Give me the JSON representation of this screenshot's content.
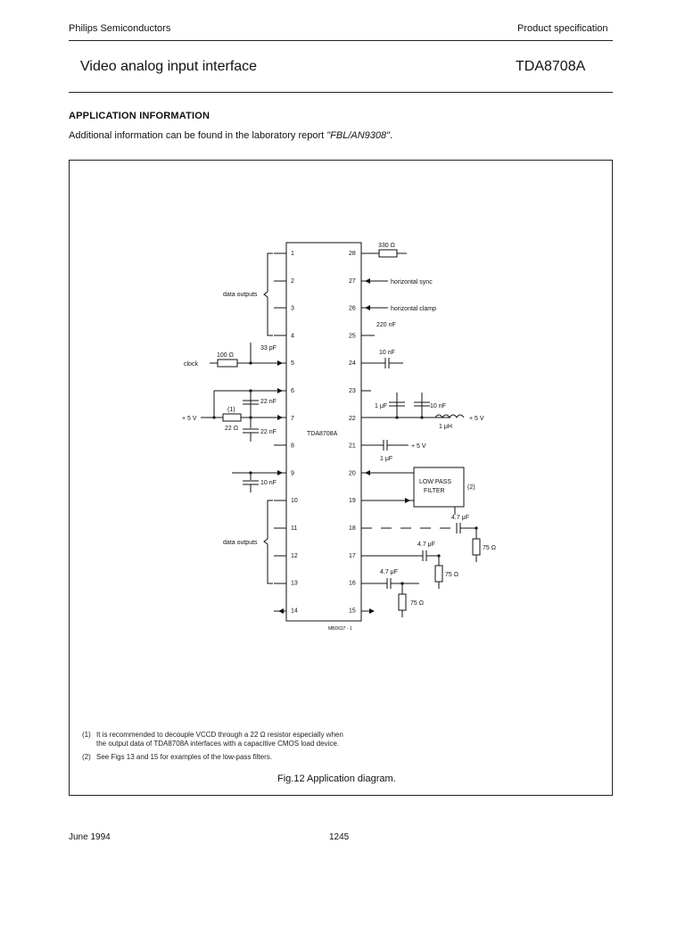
{
  "header": {
    "company": "Philips Semiconductors",
    "doc_type": "Product specification"
  },
  "title": {
    "product_name": "Video analog input interface",
    "part_number": "TDA8708A"
  },
  "section": {
    "heading": "APPLICATION INFORMATION",
    "text_before": "Additional information can be found in the laboratory report ",
    "report_ref": "\"FBL/AN9308\"",
    "text_after": "."
  },
  "diagram": {
    "chip_label": "TDA8708A",
    "figure_code": "MBD637 - 1",
    "left_pins": [
      "1",
      "2",
      "3",
      "4",
      "5",
      "6",
      "7",
      "8",
      "9",
      "10",
      "11",
      "12",
      "13",
      "14"
    ],
    "right_pins": [
      "28",
      "27",
      "26",
      "25",
      "24",
      "23",
      "22",
      "21",
      "20",
      "19",
      "18",
      "17",
      "16",
      "15"
    ],
    "labels": {
      "data_outputs_top": "data outputs",
      "data_outputs_bottom": "data outputs",
      "clock": "clock",
      "plus5v_left": "+ 5 V",
      "plus5v_right1": "+ 5 V",
      "plus5v_right2": "+ 5 V",
      "horizontal_sync": "horizontal sync",
      "horizontal_clamp": "horizontal clamp",
      "lowpass_line1": "LOW PASS",
      "lowpass_line2": "FILTER",
      "note_ref_1": "(1)",
      "note_ref_2": "(2)"
    },
    "components": {
      "r_330": "330 Ω",
      "c_220n": "220 nF",
      "c_10n_24": "10 nF",
      "r_100": "100 Ω",
      "c_33p": "33 pF",
      "c_22n_a": "22 nF",
      "c_22n_b": "22 nF",
      "r_22": "22 Ω",
      "c_10n_9": "10 nF",
      "c_1u_23": "1 μF",
      "c_10n_22": "10 nF",
      "l_1uh": "1 μH",
      "c_1u_21": "1 μF",
      "c_47_18": "4.7 μF",
      "r_75_18": "75 Ω",
      "c_47_17": "4.7 μF",
      "r_75_17": "75 Ω",
      "c_47_16": "4.7 μF",
      "r_75_16": "75 Ω"
    }
  },
  "notes": [
    {
      "ref": "(1)",
      "line1": "It is recommended to decouple VCCD through a 22 Ω resistor especially when",
      "line2": "the output data of TDA8708A interfaces with a capacitive CMOS load device."
    },
    {
      "ref": "(2)",
      "line1": "See Figs 13 and 15 for examples of the low-pass filters.",
      "line2": ""
    }
  ],
  "caption": "Fig.12  Application diagram.",
  "footer": {
    "date": "June 1994",
    "page": "1245"
  }
}
